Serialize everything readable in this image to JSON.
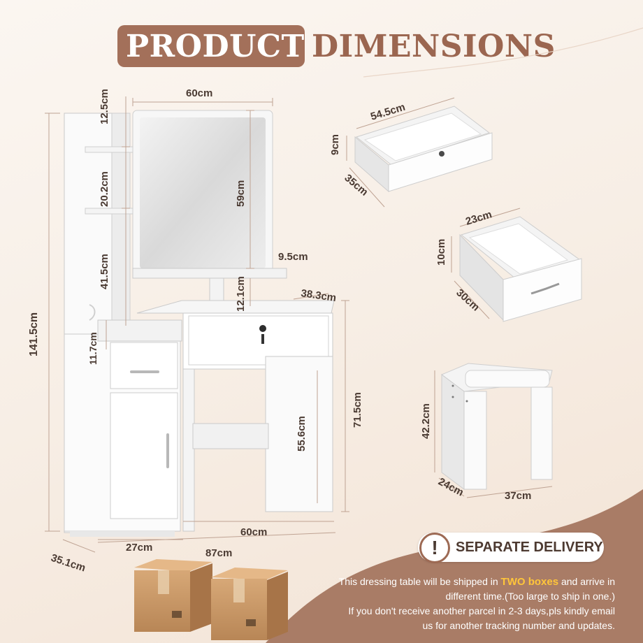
{
  "title": {
    "highlight": "PRODUCT",
    "rest": "DIMENSIONS"
  },
  "dimensions": {
    "vanity": {
      "mirror_width": "60cm",
      "shelf_top": "12.5cm",
      "shelf_mid": "20.2cm",
      "mirror_height": "59cm",
      "shelf_low": "41.5cm",
      "ledge_depth": "9.5cm",
      "total_height": "141.5cm",
      "riser_height": "12.1cm",
      "desk_depth": "38.3cm",
      "side_drawer_height": "11.7cm",
      "desk_height": "71.5cm",
      "leg_height": "55.6cm",
      "desk_width": "60cm",
      "cabinet_width": "27cm",
      "total_width": "87cm",
      "cabinet_depth": "35.1cm"
    },
    "large_drawer": {
      "width": "54.5cm",
      "height": "9cm",
      "depth": "35cm"
    },
    "small_drawer": {
      "width": "23cm",
      "height": "10cm",
      "depth": "30cm"
    },
    "stool": {
      "height": "42.2cm",
      "depth": "24cm",
      "width": "37cm"
    }
  },
  "delivery": {
    "icon": "warning-icon",
    "label": "SEPARATE DELIVERY",
    "notice": {
      "line1_pre": "This dressing table will be shipped in ",
      "line1_highlight": "TWO boxes",
      "line1_post": " and arrive in",
      "line2": "different time.(Too large to ship in one.)",
      "line3": "If you don't receive another parcel in 2-3 days,pls kindly email",
      "line4": "us for another tracking number and updates."
    }
  },
  "colors": {
    "accent": "#a3705a",
    "background_light": "#faf4ee",
    "wave": "#a97c66",
    "highlight": "#ffc53a"
  }
}
